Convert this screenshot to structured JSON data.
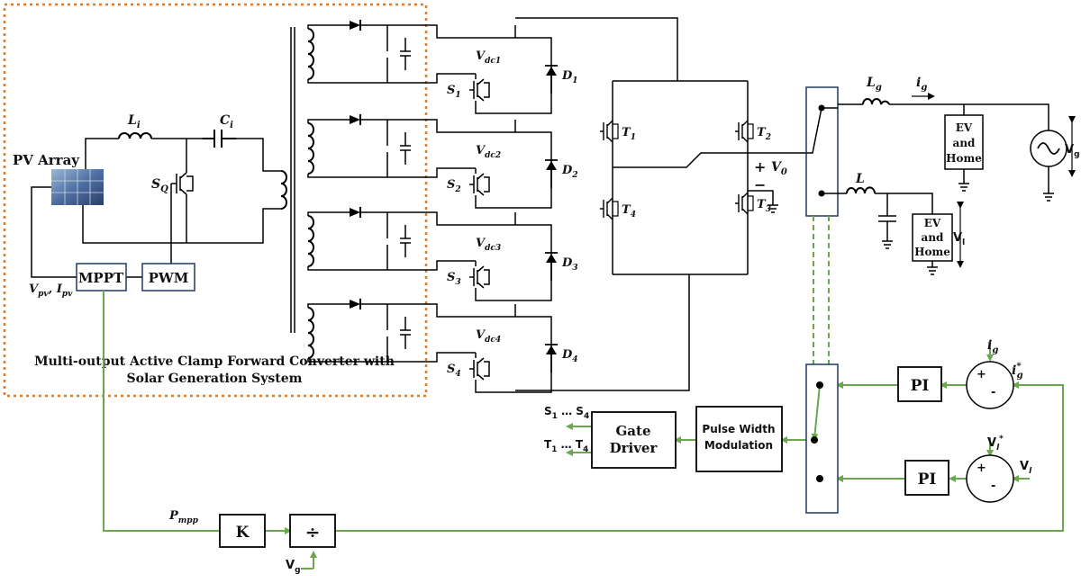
{
  "colors": {
    "signal": "#6aa84f",
    "wire": "#000000",
    "border_dashed": "#e07b29",
    "switch_box": "#1f3864"
  },
  "pv": {
    "array_label": "PV Array",
    "Li": "L",
    "Li_sub": "i",
    "Ci": "C",
    "Ci_sub": "i",
    "SQ": "S",
    "SQ_sub": "Q",
    "mppt": "MPPT",
    "pwm": "PWM",
    "vpv_ipv": "V",
    "vpv_sub": "pv",
    "ipv": "I",
    "ipv_sub": "pv",
    "caption_line1": "Multi-output Active Clamp Forward Converter with",
    "caption_line2": "Solar Generation System"
  },
  "dc_links": [
    {
      "v": "V",
      "sub": "dc1",
      "s": "S",
      "s_sub": "1",
      "d": "D",
      "d_sub": "1"
    },
    {
      "v": "V",
      "sub": "dc2",
      "s": "S",
      "s_sub": "2",
      "d": "D",
      "d_sub": "2"
    },
    {
      "v": "V",
      "sub": "dc3",
      "s": "S",
      "s_sub": "3",
      "d": "D",
      "d_sub": "3"
    },
    {
      "v": "V",
      "sub": "dc4",
      "s": "S",
      "s_sub": "4",
      "d": "D",
      "d_sub": "4"
    }
  ],
  "inverter": {
    "T1": "T",
    "T1_sub": "1",
    "T2": "T",
    "T2_sub": "2",
    "T3": "T",
    "T3_sub": "3",
    "T4": "T",
    "T4_sub": "4",
    "v0": "V",
    "v0_sub": "0",
    "plus": "+",
    "minus": "−"
  },
  "grid": {
    "Lg": "L",
    "Lg_sub": "g",
    "ig": "i",
    "ig_sub": "g",
    "ev_home_1": [
      "EV",
      "and",
      "Home"
    ],
    "vg": "V",
    "vg_sub": "g",
    "L": "L",
    "ev_home_2": [
      "EV",
      "and",
      "Home"
    ],
    "vl": "V",
    "vl_sub": "l"
  },
  "control": {
    "pi_top": "PI",
    "pi_bottom": "PI",
    "ig_in": "i",
    "ig_in_sub": "g",
    "ig_ref": "i",
    "ig_ref_sub": "g",
    "ig_ref_sup": "*",
    "vl_ref": "V",
    "vl_ref_sub": "l",
    "vl_ref_sup": "*",
    "vl_in": "V",
    "vl_in_sub": "l",
    "plus": "+",
    "minus": "-",
    "pwm_line1": "Pulse Width",
    "pwm_line2": "Modulation",
    "gate_line1": "Gate",
    "gate_line2": "Driver",
    "s_out": "S",
    "s_out_from": "1",
    "s_out_ellipsis": " … ",
    "s_out_to": "4",
    "t_out": "T",
    "t_out_from": "1",
    "t_out_ellipsis": " … ",
    "t_out_to": "4",
    "pmpp": "P",
    "pmpp_sub": "mpp",
    "k": "K",
    "div": "÷",
    "vg": "V",
    "vg_sub": "g"
  }
}
